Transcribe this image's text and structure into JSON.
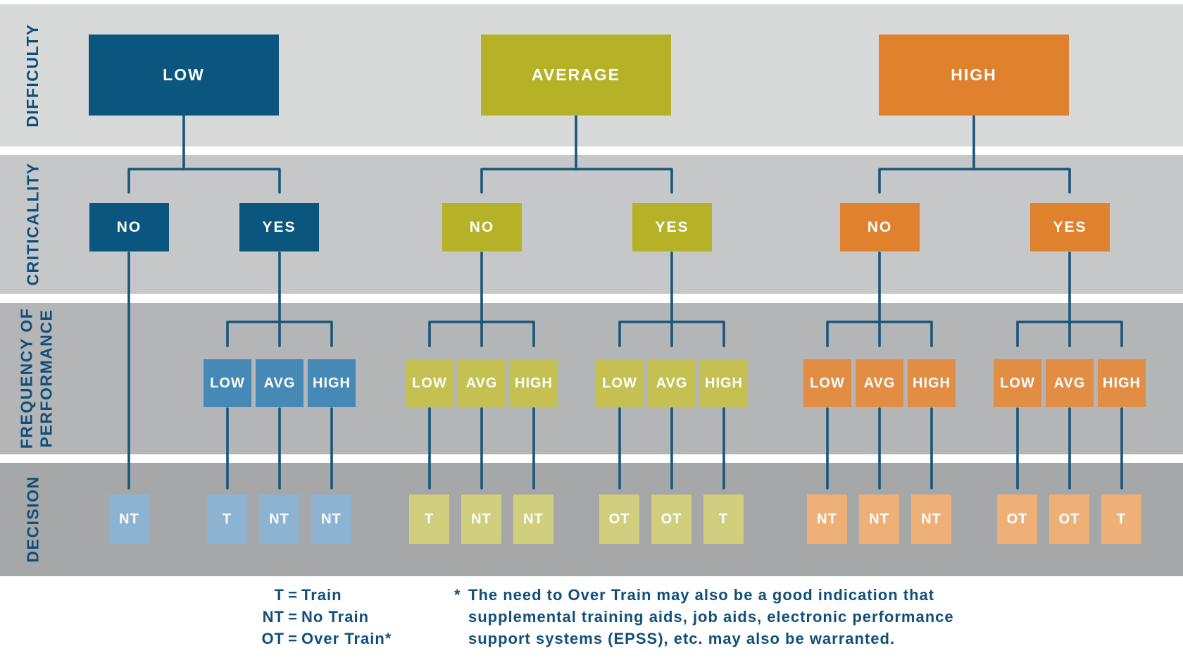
{
  "palette": {
    "background": "#ffffff",
    "band_difficulty": "#d8d9d9",
    "band_criticality": "#c6c7c8",
    "band_frequency": "#b4b5b7",
    "band_decision": "#a5a7a9",
    "blue_strong": "#0b567f",
    "blue_mid": "#4689b6",
    "blue_light": "#8db3d2",
    "olive_strong": "#b5b228",
    "olive_mid": "#c4c152",
    "olive_light": "#d1ce7d",
    "orange_strong": "#e0812e",
    "orange_mid": "#e18d43",
    "orange_light": "#eeb077",
    "line_blue": "#19567d",
    "text_blue": "#114f7a"
  },
  "bands": [
    {
      "label": "DIFFICULTY"
    },
    {
      "label": "CRITICALLITY"
    },
    {
      "label_lines": [
        "FREQUENCY OF",
        "PERFORMANCE"
      ]
    },
    {
      "label": "DECISION"
    }
  ],
  "tree": {
    "columns": [
      {
        "difficulty": "LOW",
        "scheme": "blue",
        "branches": [
          {
            "criticality": "NO",
            "frequency": [],
            "decisions": [
              "NT"
            ]
          },
          {
            "criticality": "YES",
            "frequency": [
              "LOW",
              "AVG",
              "HIGH"
            ],
            "decisions": [
              "T",
              "NT",
              "NT"
            ]
          }
        ]
      },
      {
        "difficulty": "AVERAGE",
        "scheme": "olive",
        "branches": [
          {
            "criticality": "NO",
            "frequency": [
              "LOW",
              "AVG",
              "HIGH"
            ],
            "decisions": [
              "T",
              "NT",
              "NT"
            ]
          },
          {
            "criticality": "YES",
            "frequency": [
              "LOW",
              "AVG",
              "HIGH"
            ],
            "decisions": [
              "OT",
              "OT",
              "T"
            ]
          }
        ]
      },
      {
        "difficulty": "HIGH",
        "scheme": "orange",
        "branches": [
          {
            "criticality": "NO",
            "frequency": [
              "LOW",
              "AVG",
              "HIGH"
            ],
            "decisions": [
              "NT",
              "NT",
              "NT"
            ]
          },
          {
            "criticality": "YES",
            "frequency": [
              "LOW",
              "AVG",
              "HIGH"
            ],
            "decisions": [
              "OT",
              "OT",
              "T"
            ]
          }
        ]
      }
    ]
  },
  "legend": {
    "items": [
      {
        "key": "T",
        "equals": "=",
        "label": "Train"
      },
      {
        "key": "NT",
        "equals": "=",
        "label": "No Train"
      },
      {
        "key": "OT",
        "equals": "=",
        "label": "Over Train*"
      }
    ]
  },
  "footnote": {
    "marker": "*",
    "lines": [
      "The need to Over Train may also be a good indication that",
      "supplemental training aids, job aids, electronic performance",
      "support systems (EPSS), etc. may also be warranted."
    ]
  }
}
